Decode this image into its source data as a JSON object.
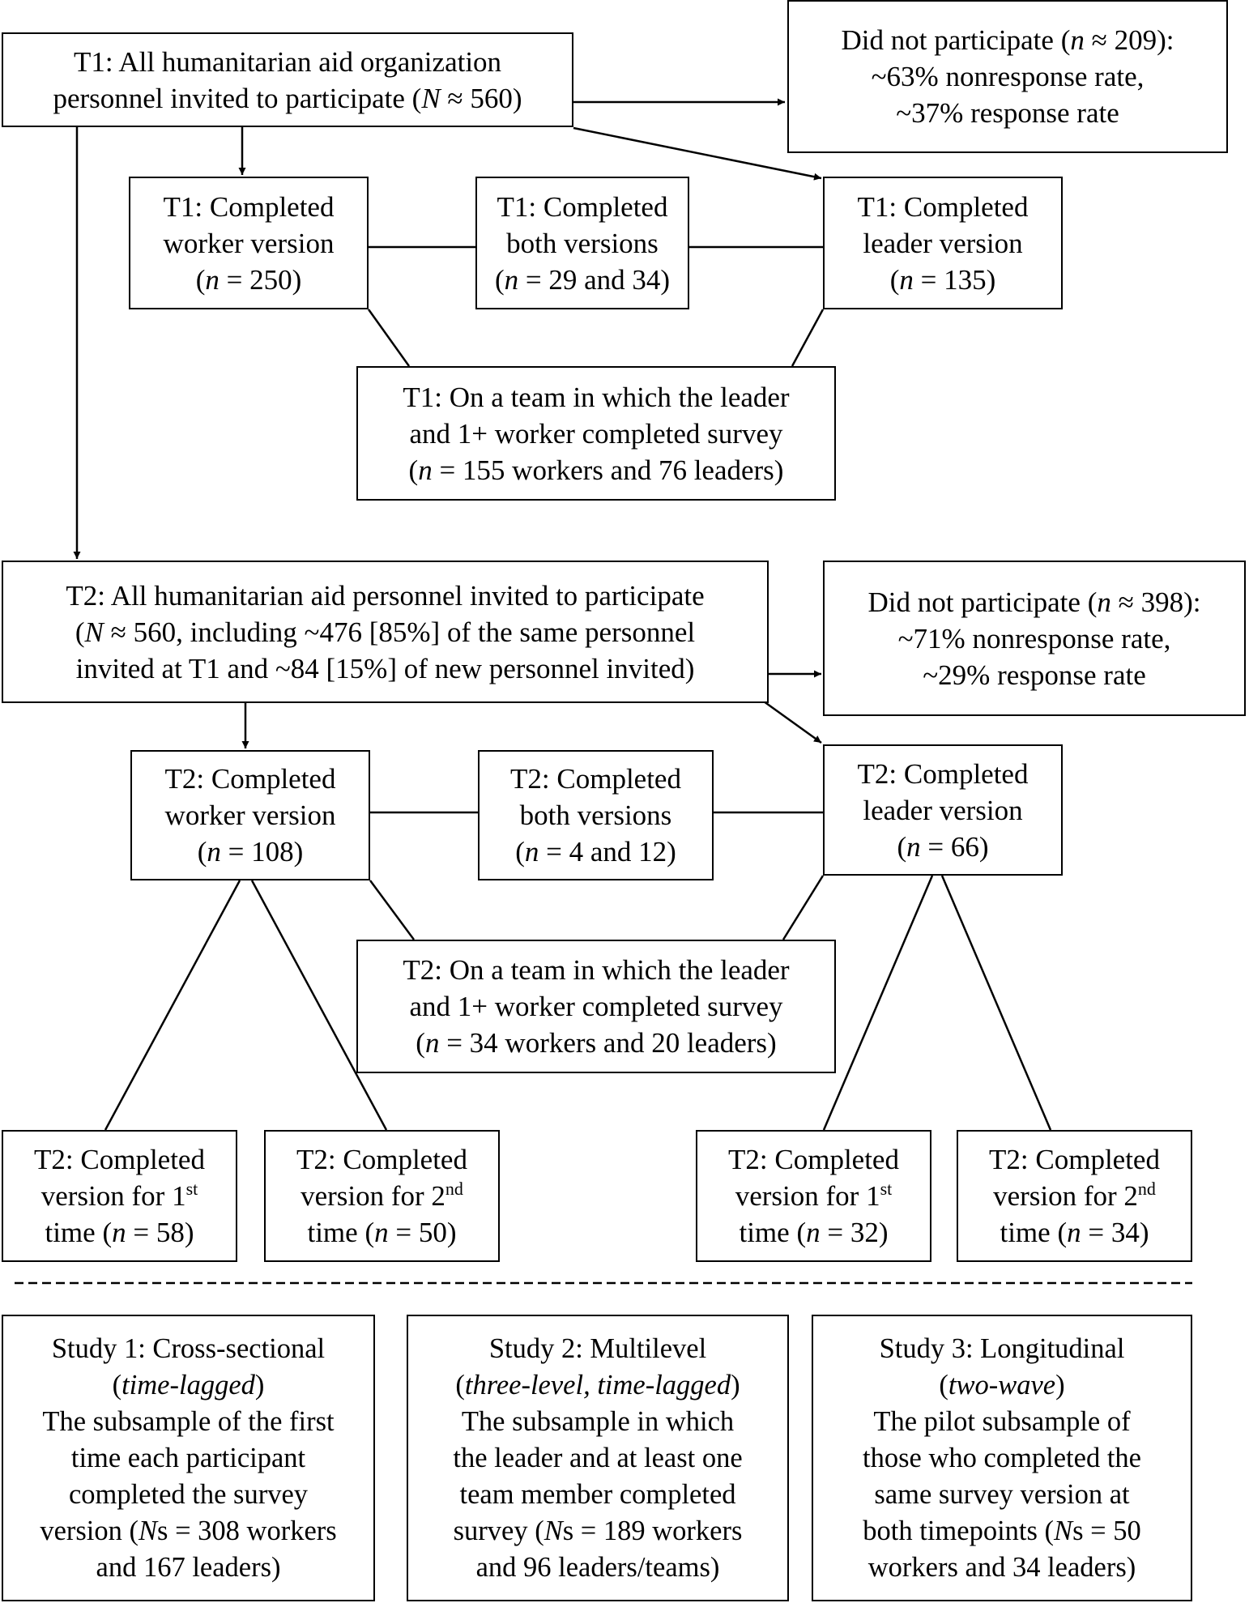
{
  "boxes": {
    "t1_invited": {
      "lines": [
        [
          "T1: All humanitarian aid organization"
        ],
        [
          "personnel invited to participate (",
          {
            "i": "N"
          },
          " ≈ 560)"
        ]
      ]
    },
    "t1_nonpart": {
      "lines": [
        [
          "Did not participate (",
          {
            "i": "n"
          },
          " ≈ 209):"
        ],
        [
          "~63% nonresponse rate,"
        ],
        [
          "~37% response rate"
        ]
      ]
    },
    "t1_worker": {
      "lines": [
        [
          "T1: Completed"
        ],
        [
          "worker version"
        ],
        [
          "(",
          {
            "i": "n"
          },
          " = 250)"
        ]
      ]
    },
    "t1_both": {
      "lines": [
        [
          "T1: Completed"
        ],
        [
          "both versions"
        ],
        [
          "(",
          {
            "i": "n"
          },
          " = 29 and 34)"
        ]
      ]
    },
    "t1_leader": {
      "lines": [
        [
          "T1: Completed"
        ],
        [
          "leader version"
        ],
        [
          "(",
          {
            "i": "n"
          },
          " = 135)"
        ]
      ]
    },
    "t1_team": {
      "lines": [
        [
          "T1: On a team in which the leader"
        ],
        [
          "and 1+ worker completed survey"
        ],
        [
          "(",
          {
            "i": "n"
          },
          " = 155 workers and 76 leaders)"
        ]
      ]
    },
    "t2_invited": {
      "lines": [
        [
          "T2: All humanitarian aid personnel invited to participate"
        ],
        [
          "(",
          {
            "i": "N"
          },
          " ≈ 560, including ~476 [85%] of the same personnel"
        ],
        [
          "invited at T1 and ~84 [15%] of new personnel invited)"
        ]
      ]
    },
    "t2_nonpart": {
      "lines": [
        [
          "Did not participate (",
          {
            "i": "n"
          },
          " ≈ 398):"
        ],
        [
          "~71% nonresponse rate,"
        ],
        [
          "~29% response rate"
        ]
      ]
    },
    "t2_worker": {
      "lines": [
        [
          "T2: Completed"
        ],
        [
          "worker version"
        ],
        [
          "(",
          {
            "i": "n"
          },
          " = 108)"
        ]
      ]
    },
    "t2_both": {
      "lines": [
        [
          "T2: Completed"
        ],
        [
          "both versions"
        ],
        [
          "(",
          {
            "i": "n"
          },
          " = 4 and 12)"
        ]
      ]
    },
    "t2_leader": {
      "lines": [
        [
          "T2: Completed"
        ],
        [
          "leader version"
        ],
        [
          "(",
          {
            "i": "n"
          },
          " = 66)"
        ]
      ]
    },
    "t2_team": {
      "lines": [
        [
          "T2: On a team in which the leader"
        ],
        [
          "and 1+ worker completed survey"
        ],
        [
          "(",
          {
            "i": "n"
          },
          " = 34 workers and 20 leaders)"
        ]
      ]
    },
    "t2_w_first": {
      "lines": [
        [
          "T2: Completed"
        ],
        [
          "version for 1",
          {
            "sup": "st"
          }
        ],
        [
          "time (",
          {
            "i": "n"
          },
          " = 58)"
        ]
      ]
    },
    "t2_w_second": {
      "lines": [
        [
          "T2: Completed"
        ],
        [
          "version for 2",
          {
            "sup": "nd"
          }
        ],
        [
          "time (",
          {
            "i": "n"
          },
          " = 50)"
        ]
      ]
    },
    "t2_l_first": {
      "lines": [
        [
          "T2: Completed"
        ],
        [
          "version for 1",
          {
            "sup": "st"
          }
        ],
        [
          "time (",
          {
            "i": "n"
          },
          " = 32)"
        ]
      ]
    },
    "t2_l_second": {
      "lines": [
        [
          "T2: Completed"
        ],
        [
          "version for 2",
          {
            "sup": "nd"
          }
        ],
        [
          "time (",
          {
            "i": "n"
          },
          " = 34)"
        ]
      ]
    },
    "study1": {
      "lines": [
        [
          "Study 1: Cross-sectional"
        ],
        [
          "(",
          {
            "i": "time-lagged"
          },
          ")"
        ],
        [
          "The subsample of the first"
        ],
        [
          "time each participant"
        ],
        [
          "completed the survey"
        ],
        [
          "version (",
          {
            "i": "N"
          },
          "s = 308 workers"
        ],
        [
          "and 167 leaders)"
        ]
      ]
    },
    "study2": {
      "lines": [
        [
          "Study 2: Multilevel"
        ],
        [
          "(",
          {
            "i": "three-level, time-lagged"
          },
          ")"
        ],
        [
          "The subsample in which"
        ],
        [
          "the leader and at least one"
        ],
        [
          "team member completed"
        ],
        [
          "survey (",
          {
            "i": "N"
          },
          "s = 189 workers"
        ],
        [
          "and 96 leaders/teams)"
        ]
      ]
    },
    "study3": {
      "lines": [
        [
          "Study 3: Longitudinal"
        ],
        [
          "(",
          {
            "i": "two-wave"
          },
          ")"
        ],
        [
          "The pilot subsample of"
        ],
        [
          "those who completed the"
        ],
        [
          "same survey version at"
        ],
        [
          "both timepoints (",
          {
            "i": "N"
          },
          "s = 50"
        ],
        [
          "workers and 34 leaders)"
        ]
      ]
    }
  }
}
